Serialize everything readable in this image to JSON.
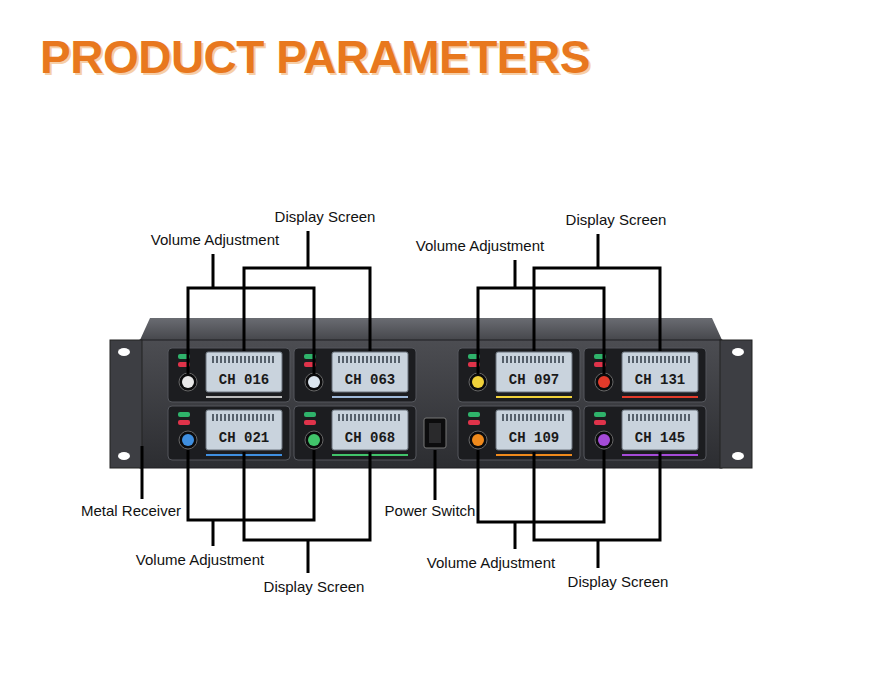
{
  "diagram": {
    "title": "PRODUCT PARAMETERS",
    "labels": [
      "Display Screen",
      "Volume Adjustment",
      "Volume Adjustment",
      "Display Screen",
      "Metal Receiver",
      "Power Switch",
      "Volume Adjustment",
      "Display Screen",
      "Volume Adjustment",
      "Display Screen",
      "CH 016",
      "CH 063",
      "CH 097",
      "CH 131",
      "CH 021",
      "CH 068",
      "CH 109",
      "CH 145"
    ]
  }
}
